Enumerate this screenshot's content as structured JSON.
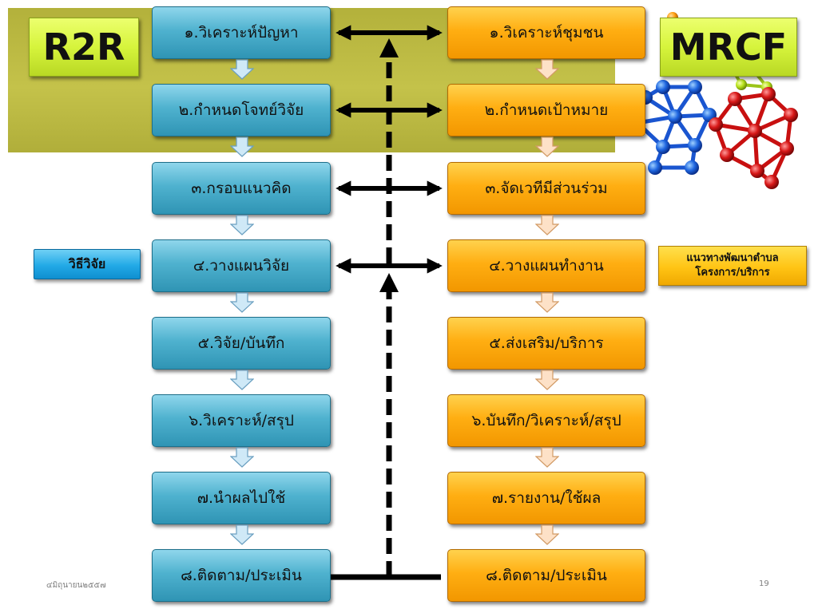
{
  "tags": {
    "left": "R2R",
    "right": "MRCF"
  },
  "r2r_steps": [
    "๑.วิเคราะห์ปัญหา",
    "๒.กำหนดโจทย์วิจัย",
    "๓.กรอบแนวคิด",
    "๔.วางแผนวิจัย",
    "๕.วิจัย/บันทึก",
    "๖.วิเคราะห์/สรุป",
    "๗.นำผลไปใช้",
    "๘.ติดตาม/ประเมิน"
  ],
  "mrcf_steps": [
    "๑.วิเคราะห์ชุมชน",
    "๒.กำหนดเป้าหมาย",
    "๓.จัดเวทีมีส่วนร่วม",
    "๔.วางแผนทำงาน",
    "๕.ส่งเสริม/บริการ",
    "๖.บันทึก/วิเคราะห์/สรุป",
    "๗.รายงาน/ใช้ผล",
    "๘.ติดตาม/ประเมิน"
  ],
  "side_labels": {
    "method": "วิธีวิจัย",
    "guideline_line1": "แนวทางพัฒนาตำบล",
    "guideline_line2": "โครงการ/บริการ"
  },
  "colors": {
    "band": "#c4c24a",
    "tag": "#d6f43c",
    "r2r_box": "#4fb2cf",
    "mrcf_box": "#ffae12",
    "connector": "#000000"
  },
  "footer": {
    "date": "๔มิถุนายน๒๕๕๗",
    "page": "19"
  }
}
